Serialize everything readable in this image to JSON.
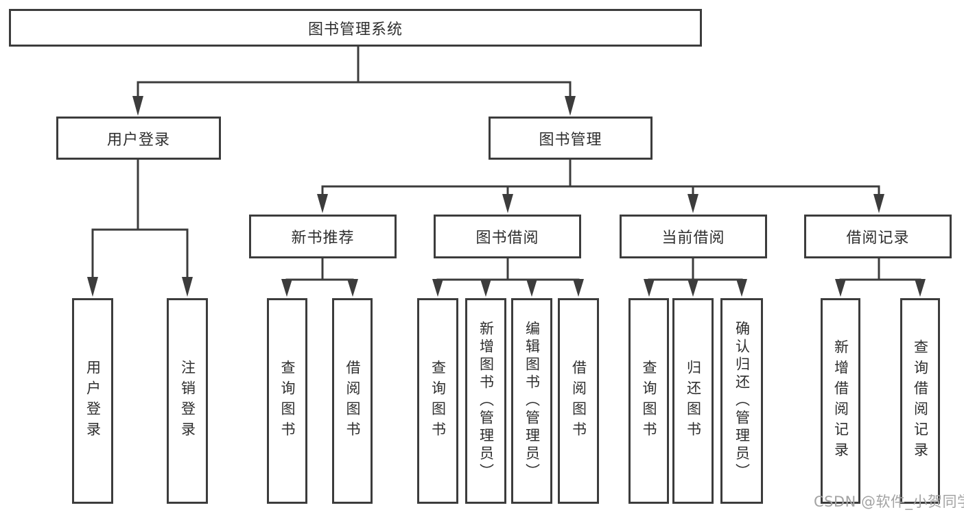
{
  "diagram": {
    "root": {
      "label": "图书管理系统"
    },
    "branches": [
      {
        "label": "用户登录",
        "children": [
          {
            "label": "用户登录"
          },
          {
            "label": "注销登录"
          }
        ]
      },
      {
        "label": "图书管理",
        "children": [
          {
            "label": "新书推荐",
            "children": [
              {
                "label": "查询图书"
              },
              {
                "label": "借阅图书"
              }
            ]
          },
          {
            "label": "图书借阅",
            "children": [
              {
                "label": "查询图书"
              },
              {
                "label": "新增图书（管理员）"
              },
              {
                "label": "编辑图书（管理员）"
              },
              {
                "label": "借阅图书"
              }
            ]
          },
          {
            "label": "当前借阅",
            "children": [
              {
                "label": "查询图书"
              },
              {
                "label": "归还图书"
              },
              {
                "label": "确认归还（管理员）"
              }
            ]
          },
          {
            "label": "借阅记录",
            "children": [
              {
                "label": "新增借阅记录"
              },
              {
                "label": "查询借阅记录"
              }
            ]
          }
        ]
      }
    ],
    "watermark": "CSDN @软件_小贺同学",
    "colors": {
      "line": "#3c3c3c",
      "text": "#2e2e2e",
      "background": "#ffffff",
      "watermark": "#a3a3a3"
    }
  }
}
